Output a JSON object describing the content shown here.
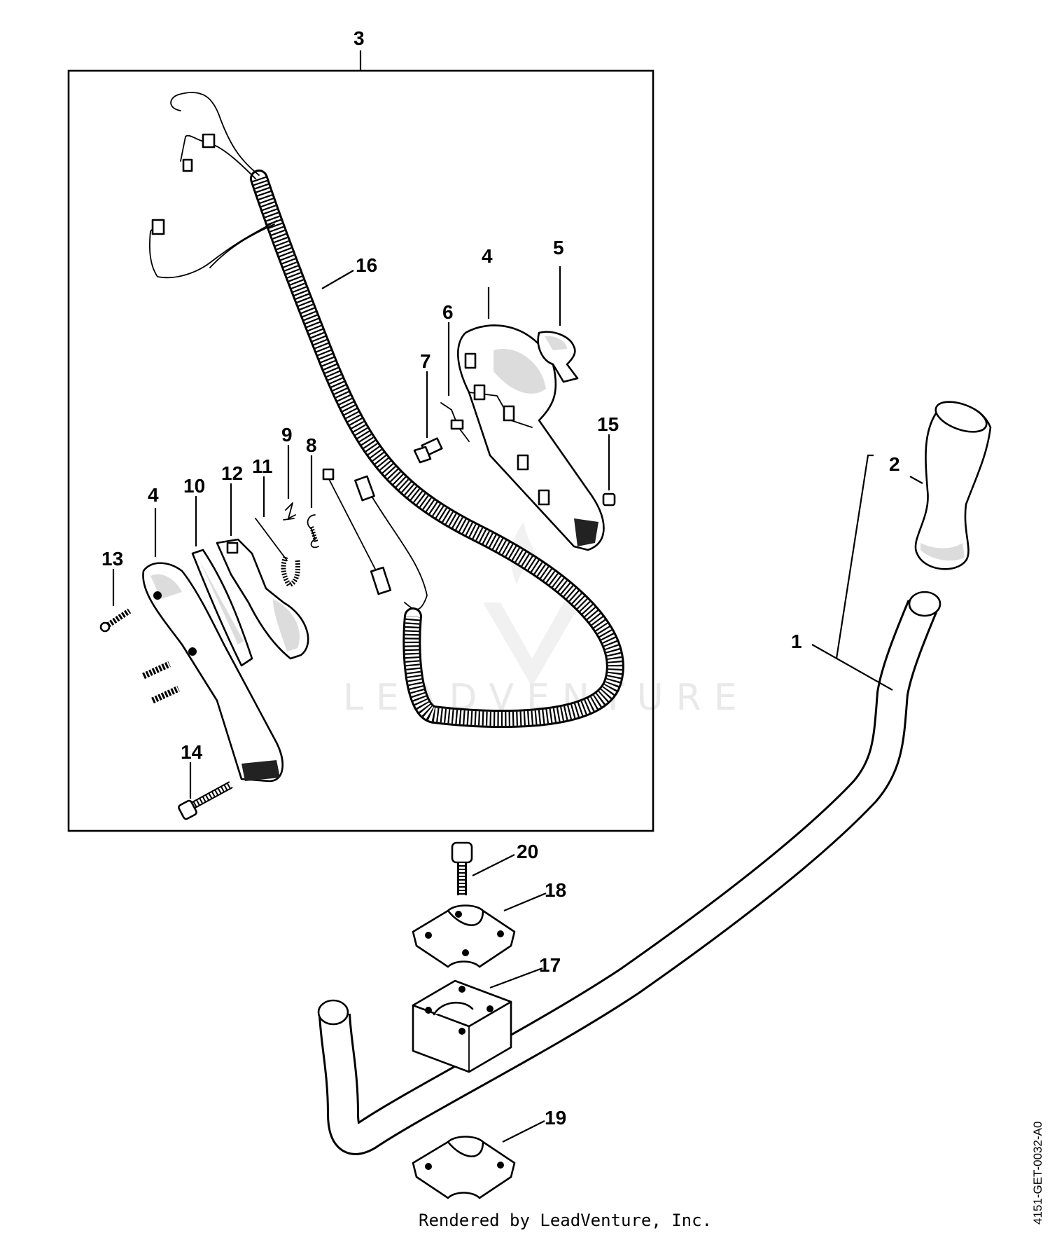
{
  "diagram": {
    "callouts": [
      "1",
      "2",
      "3",
      "4",
      "4",
      "5",
      "6",
      "7",
      "8",
      "9",
      "10",
      "11",
      "12",
      "13",
      "14",
      "15",
      "16",
      "17",
      "18",
      "19",
      "20"
    ],
    "watermark": "LEADVENTURE",
    "footer": "Rendered by LeadVenture, Inc.",
    "doc_id": "4151-GET-0032-A0"
  }
}
